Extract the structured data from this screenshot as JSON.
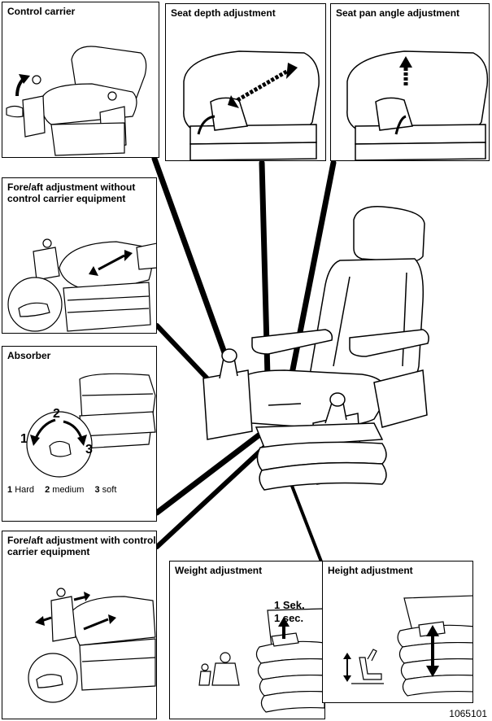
{
  "panels": {
    "control_carrier": {
      "title": "Control carrier"
    },
    "seat_depth": {
      "title": "Seat depth adjustment"
    },
    "seat_pan_angle": {
      "title": "Seat pan angle adjustment"
    },
    "fore_aft_without": {
      "title": "Fore/aft adjustment without\ncontrol carrier equipment"
    },
    "absorber": {
      "title": "Absorber",
      "knob_labels": [
        "1",
        "2",
        "3"
      ],
      "legend": [
        {
          "num": "1",
          "label": "Hard"
        },
        {
          "num": "2",
          "label": "medium"
        },
        {
          "num": "3",
          "label": "soft"
        }
      ]
    },
    "fore_aft_with": {
      "title": "Fore/aft adjustment with control\ncarrier equipment"
    },
    "weight": {
      "title": "Weight adjustment",
      "duration_line1": "1 Sek.",
      "duration_line2": "1 sec."
    },
    "height": {
      "title": "Height adjustment"
    }
  },
  "figure_number": "1065101"
}
